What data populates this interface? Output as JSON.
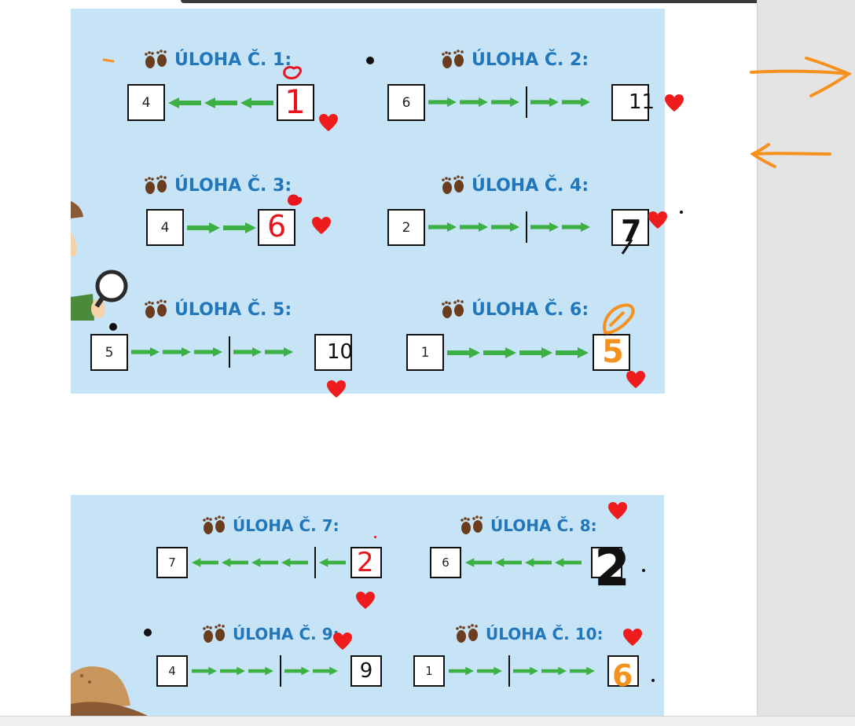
{
  "page": {
    "tasks_group_a": [
      {
        "title": "ÚLOHA Č. 1:",
        "start": "4",
        "answer": "1"
      },
      {
        "title": "ÚLOHA Č. 2:",
        "start": "6",
        "answer": "11"
      },
      {
        "title": "ÚLOHA Č. 3:",
        "start": "4",
        "answer": "6"
      },
      {
        "title": "ÚLOHA Č. 4:",
        "start": "2",
        "answer": "7"
      },
      {
        "title": "ÚLOHA Č. 5:",
        "start": "5",
        "answer": "10"
      },
      {
        "title": "ÚLOHA Č. 6:",
        "start": "1",
        "answer": "5"
      }
    ],
    "tasks_group_b": [
      {
        "title": "ÚLOHA Č. 7:",
        "start": "7",
        "answer": "2"
      },
      {
        "title": "ÚLOHA Č. 8:",
        "start": "6",
        "answer": "2"
      },
      {
        "title": "ÚLOHA Č. 9:",
        "start": "4",
        "answer": "9"
      },
      {
        "title": "ÚLOHA Č. 10:",
        "start": "1",
        "answer": "6"
      }
    ]
  },
  "colors": {
    "card_bg": "#c6e4f6",
    "title": "#2277bb",
    "arrow": "#3cb043",
    "heart": "#ee1c1c",
    "ink_red": "#e8141e",
    "ink_orange": "#f5921e",
    "ink_black": "#111111"
  },
  "icons": [
    "footprints-icon",
    "heart-icon",
    "arrow-right-icon",
    "arrow-left-icon",
    "magnifier-icon",
    "explorer-hat-icon"
  ]
}
